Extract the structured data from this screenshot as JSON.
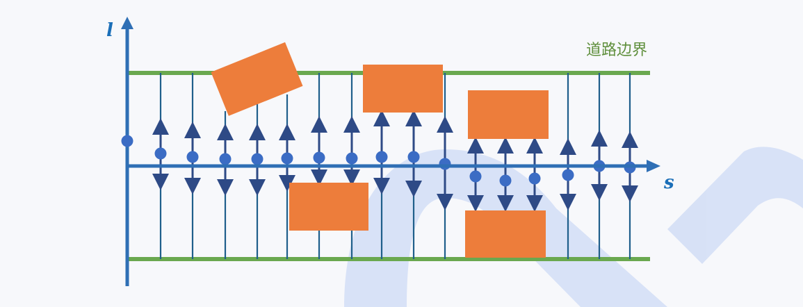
{
  "labels": {
    "l_axis": "l",
    "s_axis": "s",
    "boundary": "道路边界"
  },
  "colors": {
    "boundary": "#6aa84f",
    "axis": "#2f6fb5",
    "sample_line": "#1f5f8b",
    "arrow": "#2e4a86",
    "point": "#3b6cc4",
    "obstacle": "#ed7d3b",
    "decor": "#c9d6f3"
  }
}
